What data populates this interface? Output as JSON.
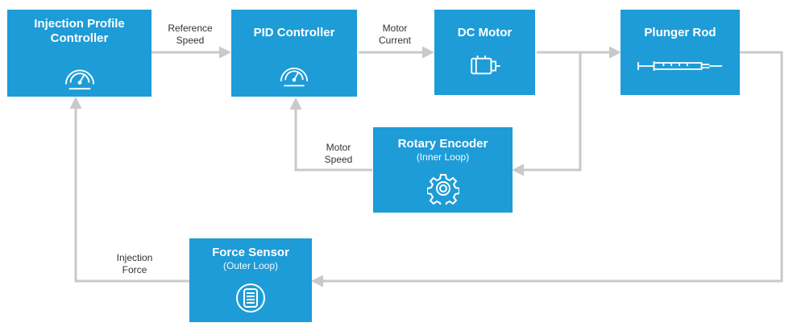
{
  "colors": {
    "block": "#1e9cd7",
    "connector": "#c9c9c9",
    "text_on_block": "#ffffff",
    "label_text": "#333333"
  },
  "blocks": {
    "injection_profile_controller": {
      "title": "Injection Profile\nController",
      "icon": "speedometer-icon"
    },
    "pid_controller": {
      "title": "PID Controller",
      "icon": "speedometer-icon"
    },
    "dc_motor": {
      "title": "DC Motor",
      "icon": "motor-icon"
    },
    "plunger_rod": {
      "title": "Plunger Rod",
      "icon": "syringe-icon"
    },
    "rotary_encoder": {
      "title": "Rotary Encoder",
      "subtitle": "(Inner Loop)",
      "icon": "gear-icon"
    },
    "force_sensor": {
      "title": "Force Sensor",
      "subtitle": "(Outer Loop)",
      "icon": "force-sensor-icon"
    }
  },
  "edge_labels": {
    "reference_speed": "Reference\nSpeed",
    "motor_current": "Motor\nCurrent",
    "motor_speed": "Motor\nSpeed",
    "injection_force": "Injection\nForce"
  }
}
